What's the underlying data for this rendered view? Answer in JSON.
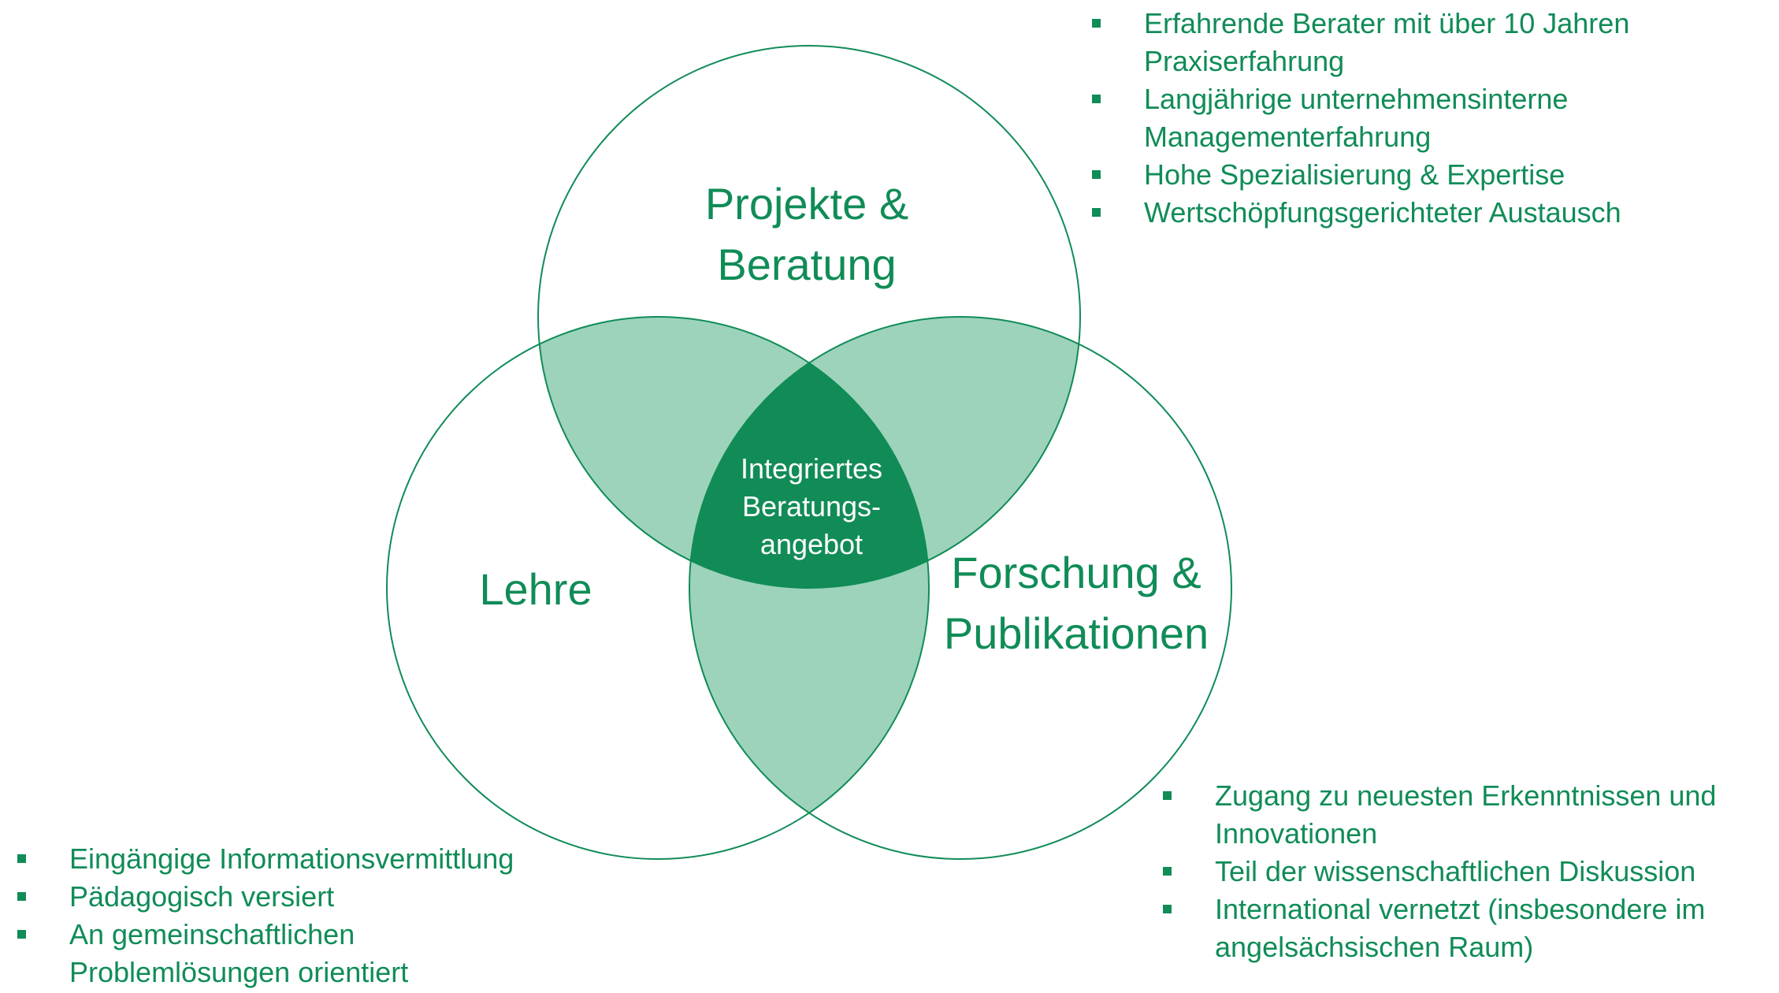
{
  "colors": {
    "primary_green": "#108c57",
    "pairwise_overlap_fill": "#9dd3bb",
    "center_fill": "#128c57",
    "background": "#ffffff"
  },
  "circles": {
    "projects_label_line1": "Projekte &",
    "projects_label_line2": "Beratung",
    "teaching_label": "Lehre",
    "research_label_line1": "Forschung &",
    "research_label_line2": "Publikationen",
    "center_line1": "Integriertes",
    "center_line2": "Beratungs-",
    "center_line3": "angebot"
  },
  "bullets_projects": [
    {
      "line1": "Erfahrende Berater mit über 10 Jahren",
      "line2": "Praxiserfahrung"
    },
    {
      "line1": "Langjährige unternehmensinterne",
      "line2": "Managementerfahrung"
    },
    {
      "line1": "Hohe Spezialisierung & Expertise",
      "line2": ""
    },
    {
      "line1": "Wertschöpfungsgerichteter Austausch",
      "line2": ""
    }
  ],
  "bullets_teaching": [
    {
      "line1": "Eingängige Informationsvermittlung",
      "line2": ""
    },
    {
      "line1": "Pädagogisch versiert",
      "line2": ""
    },
    {
      "line1": "An gemeinschaftlichen",
      "line2": "Problemlösungen orientiert"
    }
  ],
  "bullets_research": [
    {
      "line1": "Zugang zu neuesten Erkenntnissen und",
      "line2": "Innovationen"
    },
    {
      "line1": "Teil der wissenschaftlichen Diskussion",
      "line2": ""
    },
    {
      "line1": "International vernetzt (insbesondere im",
      "line2": "angelsächsischen Raum)"
    }
  ]
}
